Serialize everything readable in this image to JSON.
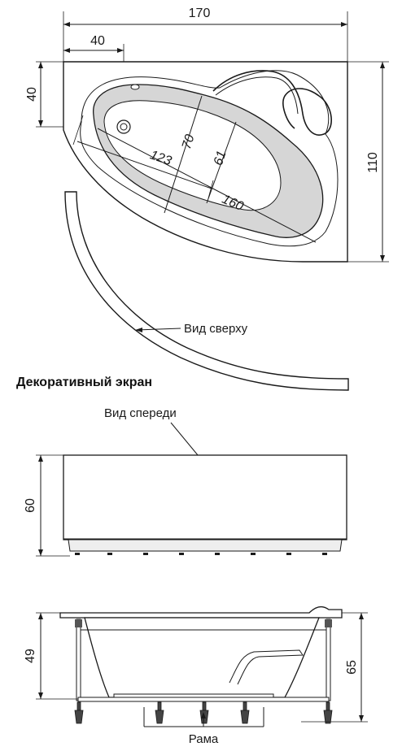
{
  "top_view": {
    "dim_overall_width": "170",
    "dim_inner_offset_x": "40",
    "dim_inner_offset_y": "40",
    "dim_overall_depth": "110",
    "dim_inner_length_123": "123",
    "dim_inner_width_70": "70",
    "dim_inner_width_61": "61",
    "dim_inner_length_160": "160",
    "note_top_view": "Вид сверху"
  },
  "screen": {
    "heading": "Декоративный экран",
    "note_front_view": "Вид спереди",
    "dim_height": "60"
  },
  "side_view": {
    "dim_left_height": "49",
    "dim_right_height": "65",
    "note_frame": "Рама"
  },
  "colors": {
    "ink": "#1a1a1a",
    "basin_fill": "#d6d6d6",
    "panel_shade": "#eeeeee"
  }
}
